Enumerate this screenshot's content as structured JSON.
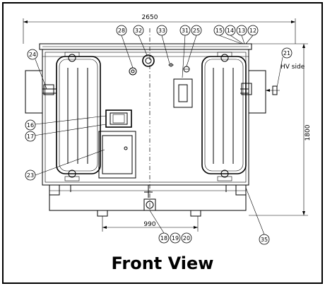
{
  "title": "Front View",
  "dimensions": {
    "overall_width": "2650",
    "height": "1800",
    "base_width": "990"
  },
  "labels": {
    "hv_side": "HV side"
  },
  "callouts": [
    "28",
    "32",
    "33",
    "31",
    "25",
    "15",
    "14",
    "13",
    "12",
    "24",
    "21",
    "16",
    "17",
    "23",
    "18",
    "19",
    "20",
    "35"
  ]
}
